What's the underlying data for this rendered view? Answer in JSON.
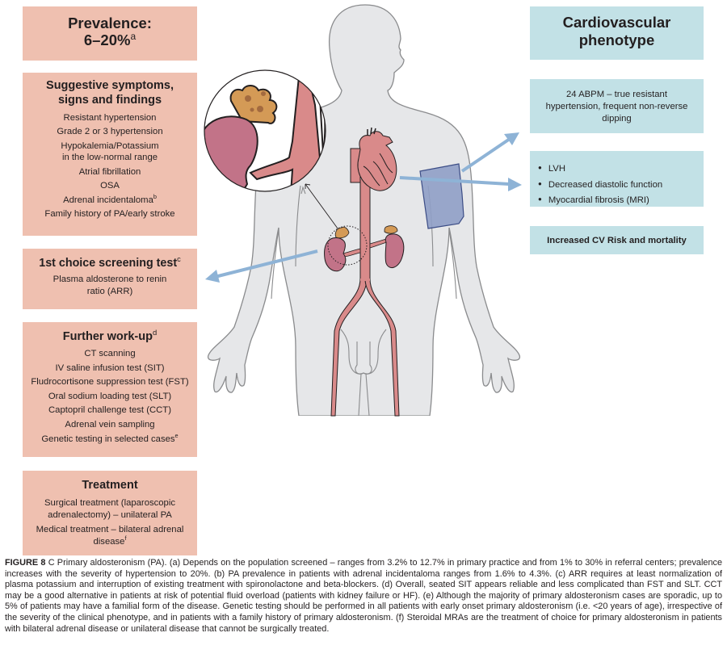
{
  "colors": {
    "left_box_bg": "#efc0b0",
    "right_box_bg": "#c2e1e6",
    "body_fill": "#e6e7e9",
    "body_outline": "#8a8b8d",
    "vessel": "#d98a8a",
    "kidney": "#c27388",
    "adrenal": "#d49a56",
    "cuff": "#8f9fc6",
    "arrow": "#8eb3d6"
  },
  "left_panel": {
    "prevalence": {
      "title_line1": "Prevalence:",
      "title_line2": "6–20%",
      "footnote": "a"
    },
    "symptoms": {
      "title_line1": "Suggestive symptoms,",
      "title_line2": "signs and findings",
      "items": [
        "Resistant hypertension",
        "Grade 2 or 3 hypertension",
        "Hypokalemia/Potassium\nin the low-normal range",
        "Atrial fibrillation",
        "OSA",
        "Adrenal incidentaloma",
        "Family history of PA/early stroke"
      ],
      "item_footnotes": {
        "adrenal_incidentaloma": "b"
      }
    },
    "screening": {
      "title": "1st choice screening test",
      "footnote": "c",
      "items": [
        "Plasma aldosterone to renin\nratio (ARR)"
      ]
    },
    "further_workup": {
      "title": "Further work-up",
      "footnote": "d",
      "items": [
        "CT scanning",
        "IV saline infusion test (SIT)",
        "Fludrocortisone suppression test (FST)",
        "Oral sodium loading test (SLT)",
        "Captopril challenge test (CCT)",
        "Adrenal vein sampling",
        "Genetic testing in selected cases"
      ],
      "item_footnotes": {
        "genetic_testing": "e"
      }
    },
    "treatment": {
      "title": "Treatment",
      "items": [
        "Surgical treatment (laparoscopic\nadrenalectomy) – unilateral PA",
        "Medical treatment – bilateral adrenal\ndisease"
      ],
      "item_footnotes": {
        "medical_treatment": "f"
      }
    }
  },
  "right_panel": {
    "phenotype": {
      "title_line1": "Cardiovascular",
      "title_line2": "phenotype"
    },
    "abpm": {
      "text": "24 ABPM – true resistant\nhypertension, frequent non-reverse\ndipping"
    },
    "cardiac": {
      "bullets": [
        "LVH",
        "Decreased diastolic function",
        "Myocardial fibrosis (MRI)"
      ]
    },
    "risk": {
      "text": "Increased CV Risk and mortality"
    }
  },
  "illustration": {
    "elements": [
      "body-silhouette",
      "heart",
      "aorta",
      "kidneys",
      "adrenal-glands",
      "magnified-adrenal-inset",
      "blood-pressure-cuff",
      "arrows"
    ]
  },
  "caption": {
    "label": "FIGURE 8",
    "text": " C Primary aldosteronism (PA). (a) Depends on the population screened – ranges from 3.2% to 12.7% in primary practice and from 1% to 30% in referral centers; prevalence increases with the severity of hypertension to 20%. (b) PA prevalence in patients with adrenal incidentaloma ranges from 1.6% to 4.3%. (c) ARR requires at least normalization of plasma potassium and interruption of existing treatment with spironolactone and beta-blockers. (d) Overall, seated SIT appears reliable and less complicated than FST and SLT. CCT may be a good alternative in patients at risk of potential fluid overload (patients with kidney failure or HF). (e) Although the majority of primary aldosteronism cases are sporadic, up to 5% of patients may have a familial form of the disease. Genetic testing should be performed in all patients with early onset primary aldosteronism (i.e. <20 years of age), irrespective of the severity of the clinical phenotype, and in patients with a family history of primary aldosteronism. (f) Steroidal MRAs are the treatment of choice for primary aldosteronism in patients with bilateral adrenal disease or unilateral disease that cannot be surgically treated."
  }
}
